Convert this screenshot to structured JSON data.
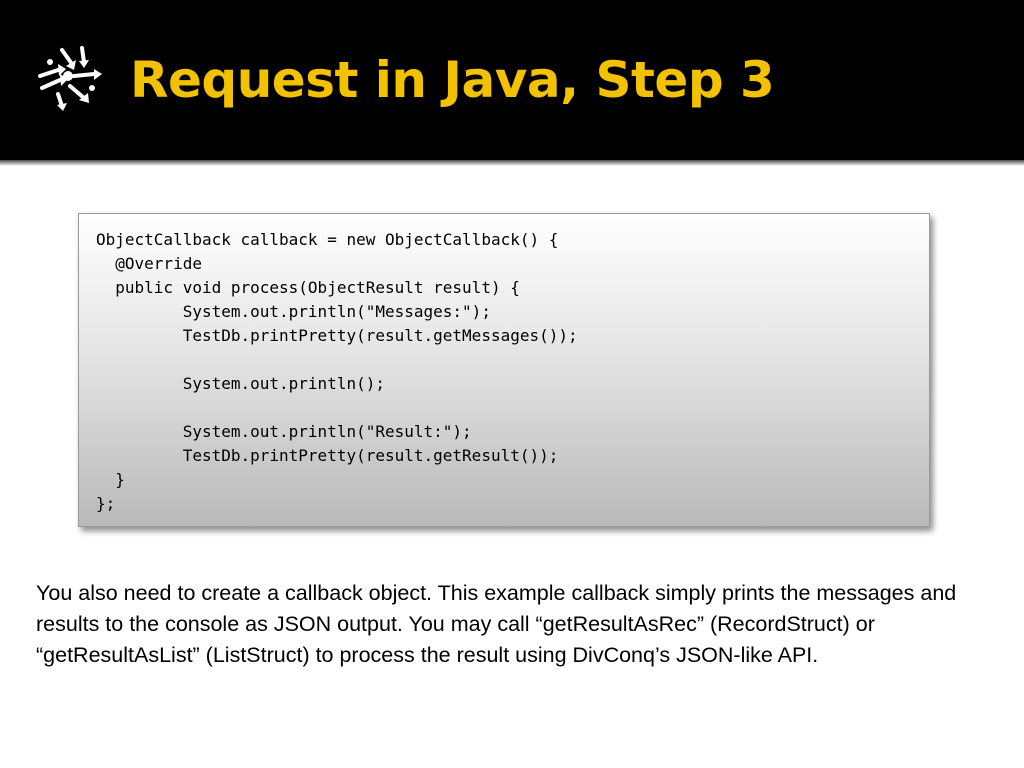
{
  "slide": {
    "title": "Request in Java, Step 3",
    "logo_icon": "network-arrows-icon",
    "accent_color": "#f2c200",
    "header_color": "#000000",
    "code_lines": [
      "ObjectCallback callback = new ObjectCallback() {",
      "  @Override",
      "  public void process(ObjectResult result) {",
      "         System.out.println(\"Messages:\");",
      "         TestDb.printPretty(result.getMessages());",
      "",
      "         System.out.println();",
      "",
      "         System.out.println(\"Result:\");",
      "         TestDb.printPretty(result.getResult());",
      "  }",
      "};"
    ],
    "body": "You also need to create a callback object.  This example callback simply prints the messages and results to the console as JSON output.  You may call “getResultAsRec” (RecordStruct) or “getResultAsList” (ListStruct) to process the result using DivConq’s JSON-like API."
  }
}
